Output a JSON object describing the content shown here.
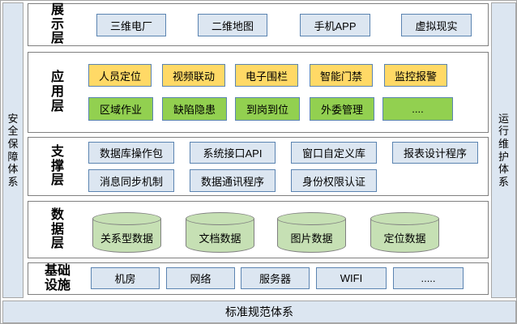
{
  "colors": {
    "panel_fill": "#dce6f1",
    "panel_border": "#a6a6a6",
    "layer_border": "#7f7f7f",
    "box_blue_fill": "#dce6f1",
    "box_border_blue": "#5b84b1",
    "box_yellow_fill": "#ffd966",
    "box_green_fill": "#92d050",
    "cylinder_fill": "#c6e0b4",
    "cylinder_border": "#808080",
    "text_color": "#000000"
  },
  "side_left": {
    "label": "安全保障体系"
  },
  "side_right": {
    "label": "运行维护体系"
  },
  "bottom_bar": {
    "label": "标准规范体系"
  },
  "layers": {
    "presentation": {
      "label": "展示层",
      "boxes": [
        "三维电厂",
        "二维地图",
        "手机APP",
        "虚拟现实"
      ]
    },
    "application": {
      "label": "应用层",
      "row1": [
        "人员定位",
        "视频联动",
        "电子围栏",
        "智能门禁",
        "监控报警"
      ],
      "row2": [
        "区域作业",
        "缺陷隐患",
        "到岗到位",
        "外委管理",
        "...."
      ]
    },
    "support": {
      "label": "支撑层",
      "row1": [
        "数据库操作包",
        "系统接口API",
        "窗口自定义库",
        "报表设计程序"
      ],
      "row2": [
        "消息同步机制",
        "数据通讯程序",
        "身份权限认证"
      ]
    },
    "data": {
      "label": "数据层",
      "cylinders": [
        "关系型数据",
        "文档数据",
        "图片数据",
        "定位数据"
      ]
    },
    "infrastructure": {
      "label": "基础设施",
      "boxes": [
        "机房",
        "网络",
        "服务器",
        "WIFI",
        "....."
      ]
    }
  }
}
